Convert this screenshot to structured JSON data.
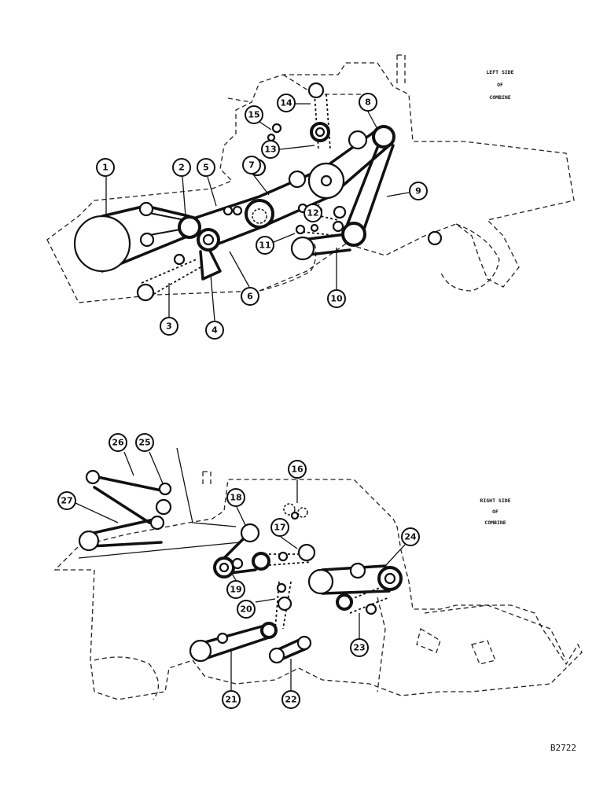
{
  "left_view": {
    "side_label": [
      "LEFT SIDE",
      "OF",
      "COMBINE"
    ],
    "callouts": [
      "1",
      "2",
      "3",
      "4",
      "5",
      "6",
      "7",
      "8",
      "9",
      "10",
      "11",
      "12",
      "13",
      "14",
      "15"
    ]
  },
  "right_view": {
    "side_label": [
      "RIGHT SIDE",
      "OF",
      "COMBINE"
    ],
    "callouts": [
      "16",
      "17",
      "18",
      "19",
      "20",
      "21",
      "22",
      "23",
      "24",
      "25",
      "26",
      "27"
    ]
  },
  "figure_id": "B2722"
}
